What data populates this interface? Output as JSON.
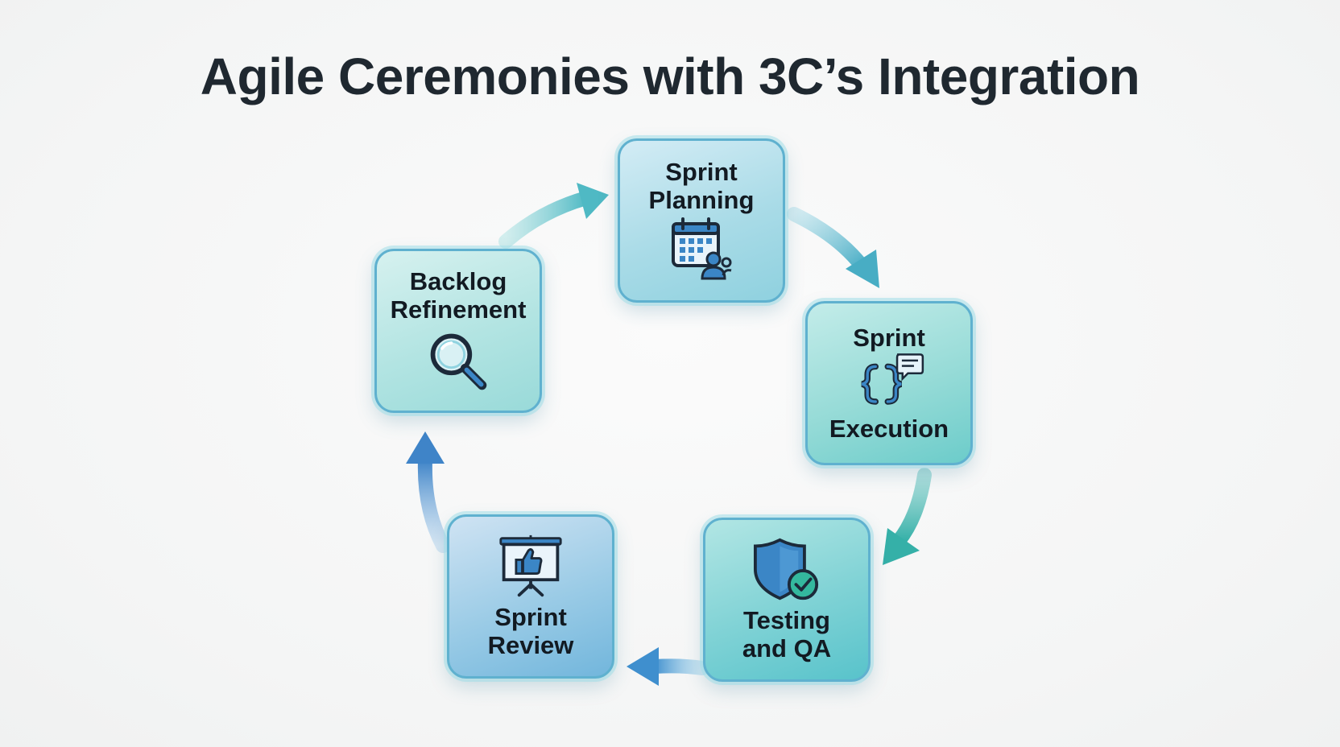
{
  "title": "Agile Ceremonies with 3C’s Integration",
  "nodes": {
    "sprint_planning": {
      "label": "Sprint\nPlanning",
      "icon": "calendar-people-icon"
    },
    "sprint_execution": {
      "label_top": "Sprint",
      "label_bottom": "Execution",
      "icon": "code-braces-chat-icon"
    },
    "testing_qa": {
      "label": "Testing\nand QA",
      "icon": "shield-check-icon"
    },
    "sprint_review": {
      "label": "Sprint\nReview",
      "icon": "presentation-thumbs-up-icon"
    },
    "backlog_refinement": {
      "label": "Backlog\nRefinement",
      "icon": "magnifying-glass-icon"
    }
  },
  "colors": {
    "title": "#1f2830",
    "node_border": "#5fb1cf",
    "arrow_teal": "#4fb9c4",
    "arrow_blue": "#3f8fce",
    "icon_dark": "#1c2a3a",
    "icon_blue": "#3b86c6"
  }
}
